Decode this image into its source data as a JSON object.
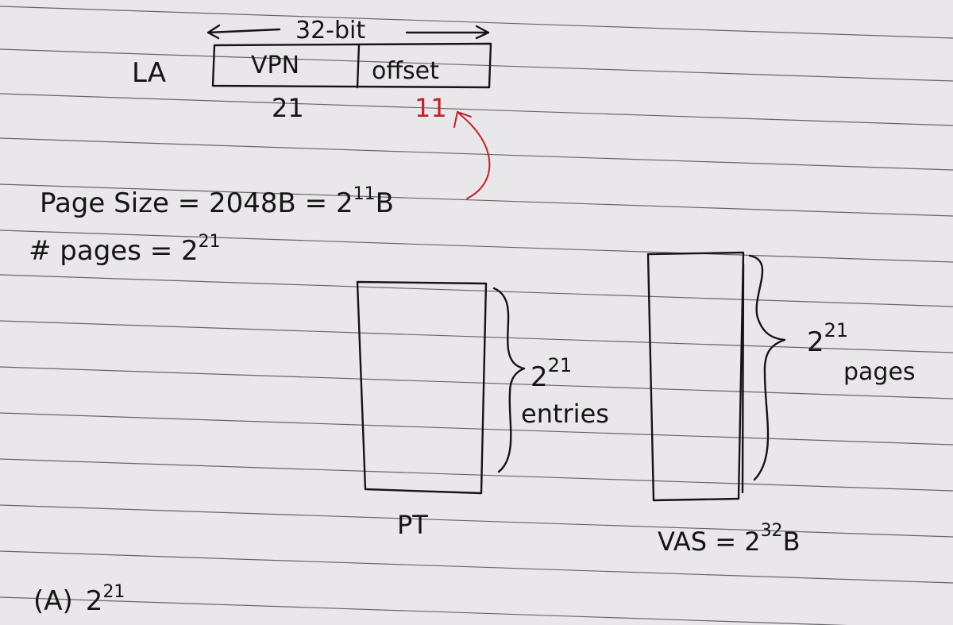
{
  "logical_address": {
    "label": "LA",
    "width_label": "32-bit",
    "fields": [
      {
        "name": "VPN",
        "bits": "21"
      },
      {
        "name": "offset",
        "bits": "11"
      }
    ],
    "offset_bits_color": "#c0202a"
  },
  "equations": {
    "page_size_prefix": "Page Size = 2048B = 2",
    "page_size_exp": "11",
    "page_size_unit": "B",
    "num_pages_prefix": "# pages = 2",
    "num_pages_exp": "21"
  },
  "page_table": {
    "caption": "PT",
    "count_base": "2",
    "count_exp": "21",
    "count_unit": "entries"
  },
  "virtual_space": {
    "caption_prefix": "VAS = 2",
    "caption_exp": "32",
    "caption_unit": "B",
    "count_base": "2",
    "count_exp": "21",
    "count_unit": "pages"
  },
  "answer": {
    "option": "(A)",
    "base": "2",
    "exp": "21"
  },
  "colors": {
    "paper": "#e9e7e9",
    "ink": "#151515",
    "red_ink": "#c0202a",
    "rule_lines": "#3a3a3e"
  }
}
